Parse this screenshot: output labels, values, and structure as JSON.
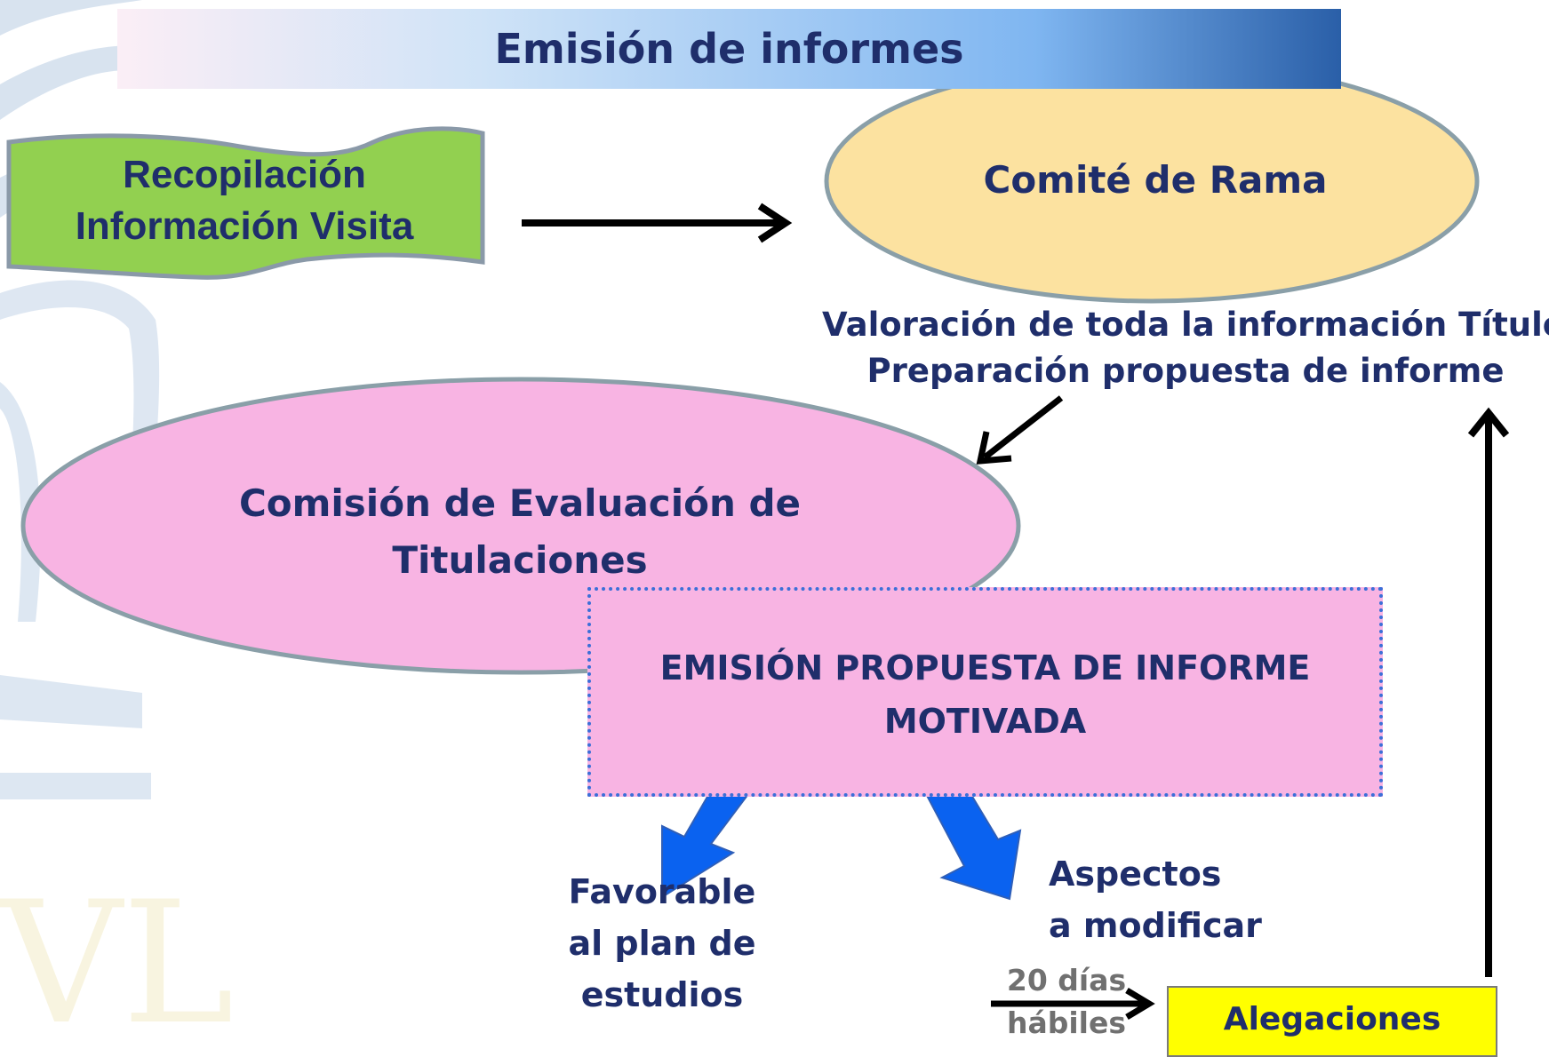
{
  "title": "Emisión de informes",
  "nodes": {
    "recopilacion": {
      "line1": "Recopilación",
      "line2": "Información Visita"
    },
    "comite_rama": "Comité de Rama",
    "valoracion": {
      "line1": "Valoración  de toda la información Título",
      "line2": "Preparación propuesta de informe"
    },
    "comision": {
      "line1": "Comisión de Evaluación de",
      "line2": "Titulaciones"
    },
    "emision": {
      "line1": "EMISIÓN PROPUESTA DE INFORME",
      "line2": "MOTIVADA"
    },
    "favorable": {
      "line1": "Favorable",
      "line2": "al plan de",
      "line3": "estudios"
    },
    "aspectos": {
      "line1": "Aspectos",
      "line2": "a modificar"
    },
    "plazo": {
      "line1": "20 días",
      "line2": "hábiles"
    },
    "alegaciones": "Alegaciones"
  },
  "colors": {
    "title_text": "#1f2e6b",
    "banner_green": "#92d050",
    "comite_fill": "#fce2a0",
    "comision_fill": "#f8b4e3",
    "emision_border": "#3b6fd8",
    "outcome_arrows": "#0a62f0",
    "alegaciones_fill": "#ffff00",
    "plazo_text": "#707070"
  },
  "icons": [
    "watermark-logo",
    "arrow-right",
    "arrow-down-left",
    "arrow-up",
    "block-arrow-down-left",
    "block-arrow-down-right"
  ]
}
